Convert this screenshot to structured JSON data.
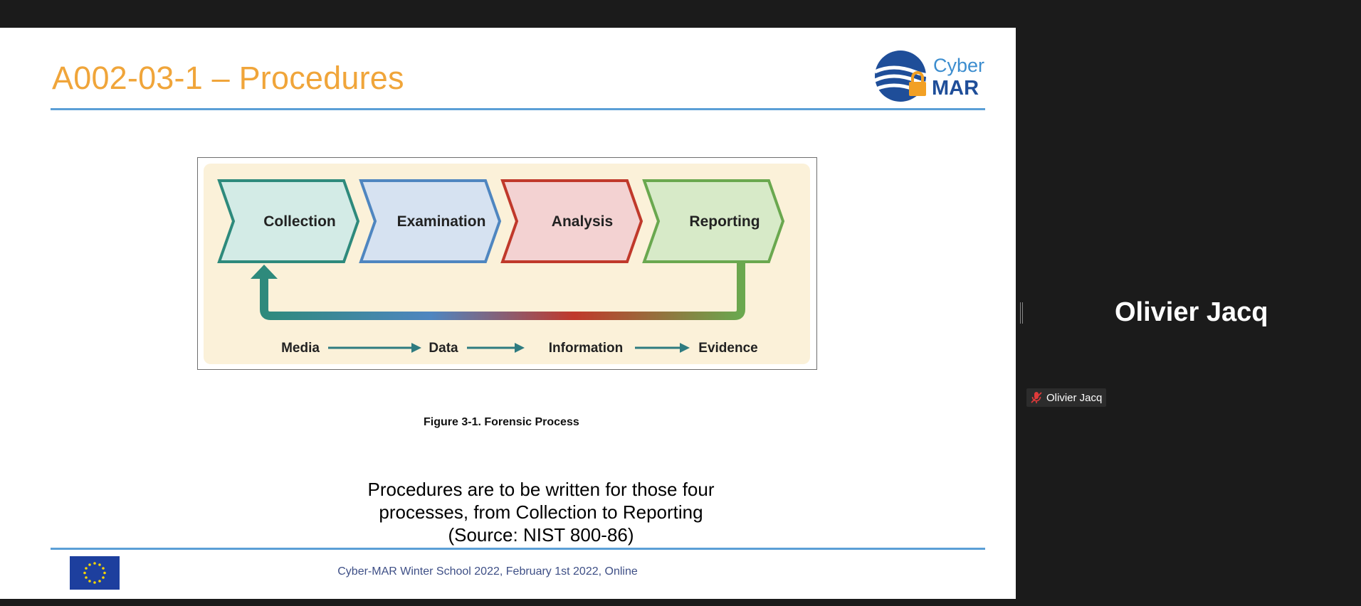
{
  "slide": {
    "title": "A002-03-1 – Procedures",
    "logo": {
      "top_text": "Cyber",
      "bottom_text": "MAR"
    },
    "figure": {
      "steps": [
        {
          "label": "Collection",
          "color": "#2e8a7c",
          "fill": "#d3ebe6"
        },
        {
          "label": "Examination",
          "color": "#4f86c0",
          "fill": "#d6e2f1"
        },
        {
          "label": "Analysis",
          "color": "#c0392b",
          "fill": "#f3d2d2"
        },
        {
          "label": "Reporting",
          "color": "#6aa84f",
          "fill": "#d7eac8"
        }
      ],
      "flow": [
        "Media",
        "Data",
        "Information",
        "Evidence"
      ],
      "caption": "Figure 3-1.  Forensic Process"
    },
    "body_lines": [
      "Procedures are to be written for those four",
      "processes, from Collection to Reporting",
      "(Source: NIST 800-86)"
    ],
    "footer": "Cyber-MAR Winter School 2022, February 1st 2022, Online",
    "accent_color": "#f0a53a",
    "rule_color": "#5b9fd6"
  },
  "participant": {
    "name": "Olivier Jacq",
    "tag_name": "Olivier Jacq",
    "mic_status": "muted"
  }
}
